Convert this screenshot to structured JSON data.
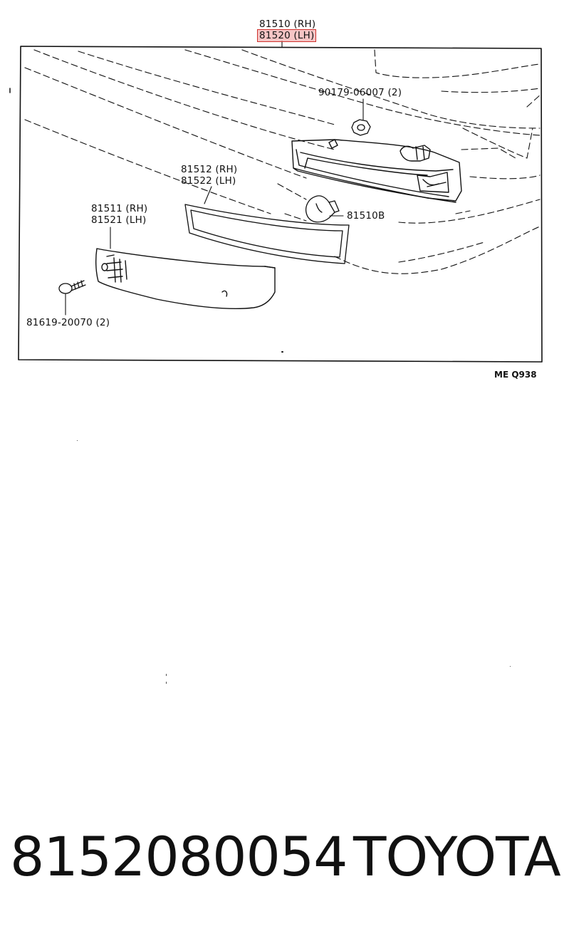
{
  "callouts": {
    "assembly_rh": "81510 (RH)",
    "assembly_lh": "81520 (LH)",
    "nut": "90179-06007 (2)",
    "gasket_rh": "81512 (RH)",
    "gasket_lh": "81522 (LH)",
    "lens_rh": "81511 (RH)",
    "lens_lh": "81521 (LH)",
    "bulb": "81510B",
    "screw": "81619-20070 (2)"
  },
  "diagram_code": "ME Q938",
  "footer": {
    "part_number": "8152080054",
    "brand": "TOYOTA"
  },
  "colors": {
    "highlight_border": "#d0312d",
    "highlight_fill": "#e25a5a"
  }
}
